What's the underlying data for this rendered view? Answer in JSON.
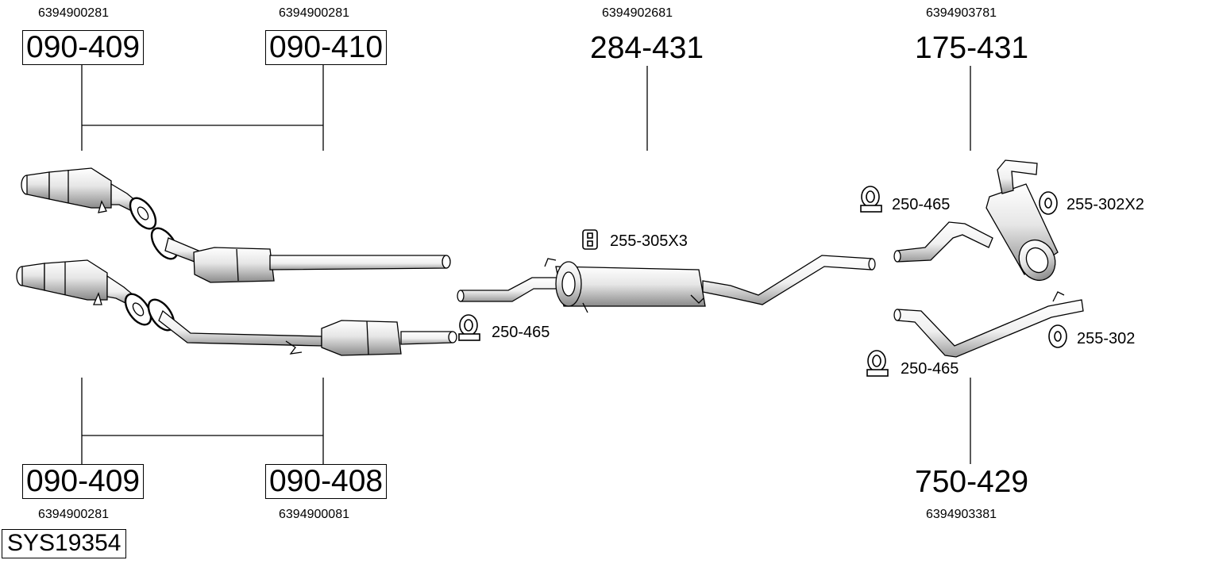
{
  "system": "SYS19354",
  "parts": [
    {
      "id": "p1",
      "number": "090-409",
      "oe": "6394900281"
    },
    {
      "id": "p2",
      "number": "090-410",
      "oe": "6394900281"
    },
    {
      "id": "p3",
      "number": "284-431",
      "oe": "6394902681"
    },
    {
      "id": "p4",
      "number": "175-431",
      "oe": "6394903781"
    },
    {
      "id": "p5",
      "number": "090-409",
      "oe": "6394900281"
    },
    {
      "id": "p6",
      "number": "090-408",
      "oe": "6394900081"
    },
    {
      "id": "p7",
      "number": "750-429",
      "oe": "6394903381"
    }
  ],
  "accessories": [
    {
      "id": "a1",
      "label": "255-305X3",
      "icon": "rubber-mount-icon"
    },
    {
      "id": "a2",
      "label": "250-465",
      "icon": "clamp-icon"
    },
    {
      "id": "a3",
      "label": "250-465",
      "icon": "clamp-icon"
    },
    {
      "id": "a4",
      "label": "255-302X2",
      "icon": "rubber-ring-icon"
    },
    {
      "id": "a5",
      "label": "250-465",
      "icon": "clamp-icon"
    },
    {
      "id": "a6",
      "label": "255-302",
      "icon": "rubber-ring-icon"
    }
  ]
}
